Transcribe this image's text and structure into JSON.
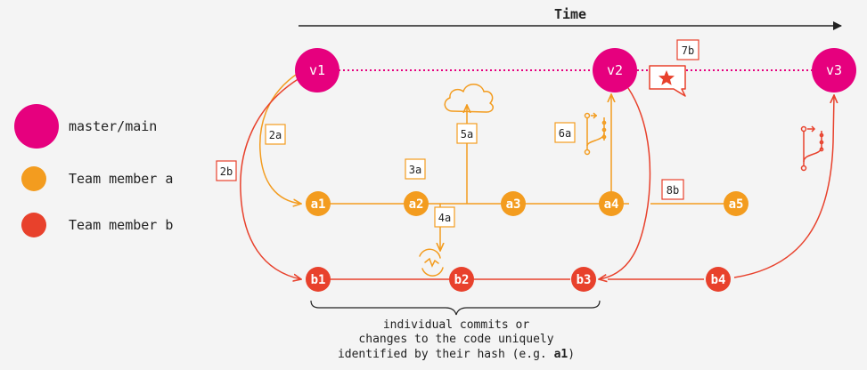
{
  "colors": {
    "master": "#e6007e",
    "team_a": "#f39c1f",
    "team_b": "#e8412c",
    "line_dark": "#222222",
    "box_a": "#f39c1f",
    "box_b": "#e8412c",
    "box_master": "#e8412c"
  },
  "time_label": "Time",
  "legend": [
    {
      "label": "master/main",
      "color_key": "master"
    },
    {
      "label": "Team member a",
      "color_key": "team_a"
    },
    {
      "label": "Team member b",
      "color_key": "team_b"
    }
  ],
  "master_nodes": [
    "v1",
    "v2",
    "v3"
  ],
  "team_a_nodes": [
    "a1",
    "a2",
    "a3",
    "a4",
    "a5"
  ],
  "team_b_nodes": [
    "b1",
    "b2",
    "b3",
    "b4"
  ],
  "step_labels": {
    "s2a": "2a",
    "s2b": "2b",
    "s3a": "3a",
    "s4a": "4a",
    "s5a": "5a",
    "s6a": "6a",
    "s7b": "7b",
    "s8b": "8b"
  },
  "caption": {
    "line1": "individual commits or",
    "line2": "changes to the code uniquely",
    "line3_prefix": "identified by their hash (e.g. ",
    "line3_bold": "a1",
    "line3_suffix": ")"
  },
  "icons": {
    "cloud": "cloud-icon",
    "refresh": "sync-icon",
    "branch_a": "git-branch-icon",
    "branch_b": "git-branch-icon",
    "review": "star-comment-icon"
  }
}
